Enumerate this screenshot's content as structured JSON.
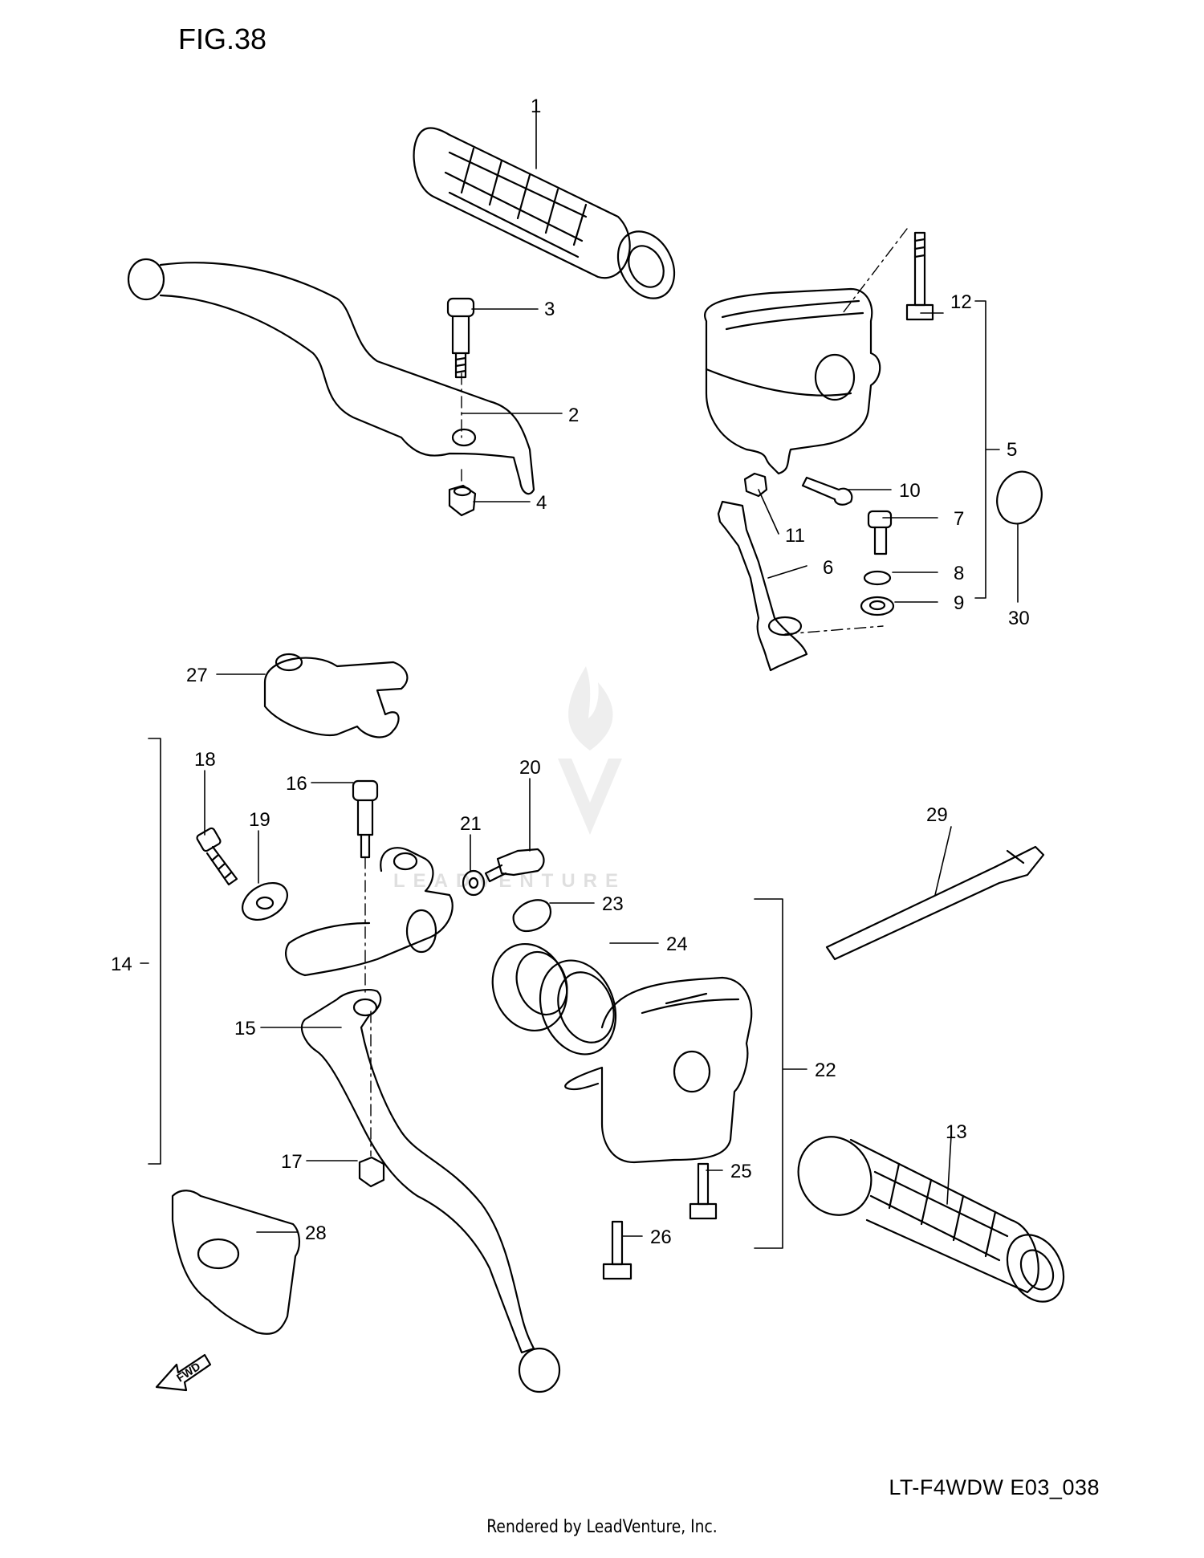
{
  "figure": {
    "title": "FIG.38",
    "code": "LT-F4WDW E03_038"
  },
  "watermark": {
    "brand": "LEADVENTURE"
  },
  "footer": {
    "credit": "Rendered by LeadVenture, Inc."
  },
  "fwd_label": "FWD",
  "callouts": [
    "1",
    "2",
    "3",
    "4",
    "5",
    "6",
    "7",
    "8",
    "9",
    "10",
    "11",
    "12",
    "13",
    "14",
    "15",
    "16",
    "17",
    "18",
    "19",
    "20",
    "21",
    "22",
    "23",
    "24",
    "25",
    "26",
    "27",
    "28",
    "29",
    "30"
  ]
}
